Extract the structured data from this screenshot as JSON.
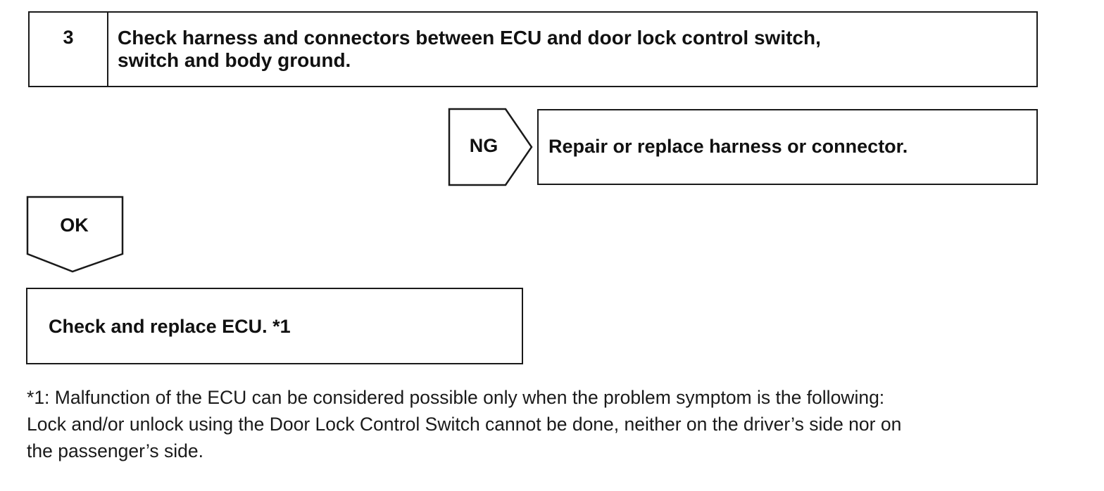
{
  "step": {
    "number": "3",
    "title_line1": "Check harness and connectors between ECU and door lock control switch,",
    "title_line2": "switch and body ground."
  },
  "ng_branch": {
    "label": "NG",
    "action": "Repair or replace harness or connector."
  },
  "ok_branch": {
    "label": "OK",
    "action": "Check and replace ECU. *1"
  },
  "footnote": {
    "line1": "*1: Malfunction of the ECU can be considered possible only when the problem symptom is the following:",
    "line2": "Lock and/or unlock using the Door Lock Control Switch cannot be done, neither on the driver’s side nor on",
    "line3": "the passenger’s side."
  }
}
